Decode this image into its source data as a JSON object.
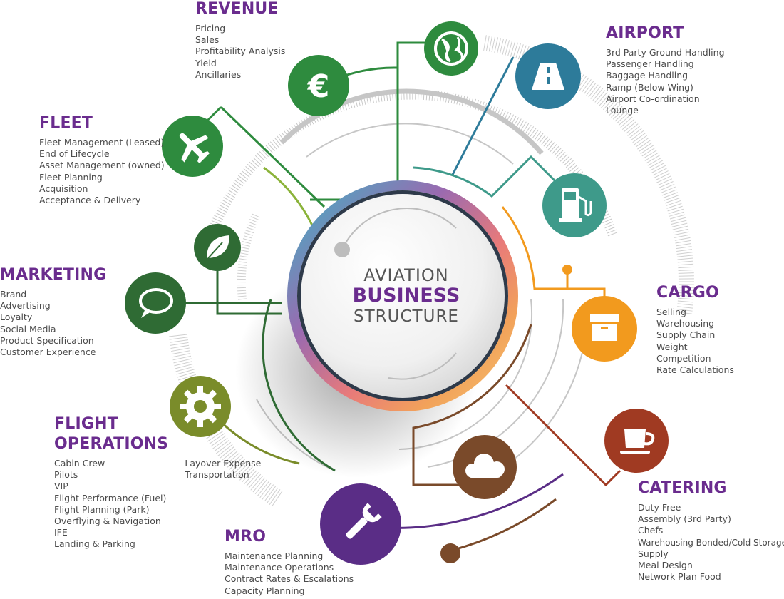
{
  "title": {
    "line1": "AVIATION",
    "line2": "BUSINESS",
    "line3": "STRUCTURE"
  },
  "colors": {
    "purple": "#6a2c8e",
    "green": "#2e8b3e",
    "darkgreen": "#2f6b34",
    "olive": "#7a8c2a",
    "blue": "#2d7b9a",
    "teal": "#3e9a8a",
    "orange": "#f29a1e",
    "brown": "#7a4a2a",
    "rust": "#a03a22",
    "violet": "#5a2d86"
  },
  "sections": {
    "revenue": {
      "heading": "REVENUE",
      "icon": "euro-icon",
      "items": [
        "Pricing",
        "Sales",
        "Profitability Analysis",
        "Yield",
        "Ancillaries"
      ]
    },
    "airport": {
      "heading": "AIRPORT",
      "icon": "road-icon",
      "items": [
        "3rd Party  Ground Handling",
        "Passenger Handling",
        "Baggage Handling",
        "Ramp (Below Wing)",
        "Airport Co-ordination",
        "Lounge"
      ]
    },
    "fleet": {
      "heading": "FLEET",
      "icon": "airplane-icon",
      "items": [
        "Fleet Management (Leased)",
        "End of Lifecycle",
        "Asset Management (owned)",
        "Fleet Planning",
        "Acquisition",
        "Acceptance & Delivery"
      ]
    },
    "marketing": {
      "heading": "MARKETING",
      "icon": "speech-bubble-icon",
      "items": [
        "Brand",
        "Advertising",
        "Loyalty",
        "Social Media",
        "Product Specification",
        "Customer Experience"
      ]
    },
    "cargo": {
      "heading": "CARGO",
      "icon": "box-icon",
      "items": [
        "Selling",
        "Warehousing",
        "Supply Chain",
        "Weight",
        "Competition",
        "Rate Calculations"
      ]
    },
    "flight_operations": {
      "heading_line1": "FLIGHT",
      "heading_line2": "OPERATIONS",
      "icon": "gear-icon",
      "items_col1": [
        "Cabin Crew",
        "Pilots",
        "VIP",
        "Flight Performance (Fuel)",
        "Flight Planning (Park)",
        "Overflying & Navigation",
        "IFE",
        "Landing & Parking"
      ],
      "items_col2": [
        "Layover Expense",
        "Transportation"
      ]
    },
    "catering": {
      "heading": "CATERING",
      "icon": "coffee-cup-icon",
      "items": [
        "Duty Free",
        "Assembly (3rd Party)",
        "Chefs",
        "Warehousing Bonded/Cold Storage)",
        "Supply",
        "Meal Design",
        "Network Plan Food"
      ]
    },
    "mro": {
      "heading": "MRO",
      "icon": "wrench-icon",
      "items": [
        "Maintenance Planning",
        "Maintenance Operations",
        "Contract Rates & Escalations",
        "Capacity Planning"
      ]
    }
  },
  "extra_icons": [
    "globe-icon",
    "leaf-icon",
    "fuel-pump-icon",
    "cloud-icon"
  ]
}
